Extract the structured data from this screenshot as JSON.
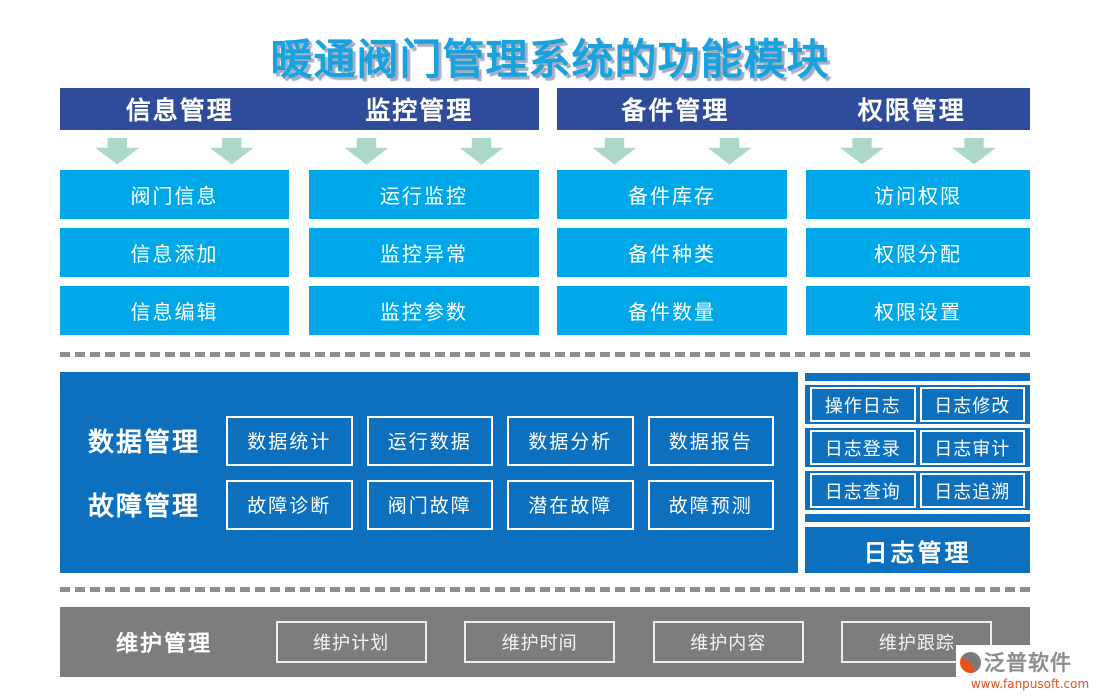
{
  "title": "暖通阀门管理系统的功能模块",
  "top": {
    "header_groups": [
      {
        "labels": [
          "信息管理",
          "监控管理"
        ]
      },
      {
        "labels": [
          "备件管理",
          "权限管理"
        ]
      }
    ],
    "columns": [
      {
        "items": [
          "阀门信息",
          "信息添加",
          "信息编辑"
        ]
      },
      {
        "items": [
          "运行监控",
          "监控异常",
          "监控参数"
        ]
      },
      {
        "items": [
          "备件库存",
          "备件种类",
          "备件数量"
        ]
      },
      {
        "items": [
          "访问权限",
          "权限分配",
          "权限设置"
        ]
      }
    ]
  },
  "middle": {
    "rows": [
      {
        "label": "数据管理",
        "items": [
          "数据统计",
          "运行数据",
          "数据分析",
          "数据报告"
        ]
      },
      {
        "label": "故障管理",
        "items": [
          "故障诊断",
          "阀门故障",
          "潜在故障",
          "故障预测"
        ]
      }
    ],
    "log": {
      "cells": [
        "操作日志",
        "日志修改",
        "日志登录",
        "日志审计",
        "日志查询",
        "日志追溯"
      ],
      "footer": "日志管理"
    }
  },
  "bottom": {
    "label": "维护管理",
    "items": [
      "维护计划",
      "维护时间",
      "维护内容",
      "维护跟踪"
    ]
  },
  "branding": {
    "name": "泛普软件",
    "url": "www.fanpusoft.com"
  },
  "colors": {
    "title_blue": "#18a3de",
    "header_navy": "#2e4c9b",
    "module_blue": "#00a8e9",
    "panel_blue": "#0c70bf",
    "arrow_green": "#acd9c5",
    "maintenance_gray": "#7d7d7d",
    "divider_gray": "#8e8e8e",
    "brand_orange": "#e8501e"
  }
}
